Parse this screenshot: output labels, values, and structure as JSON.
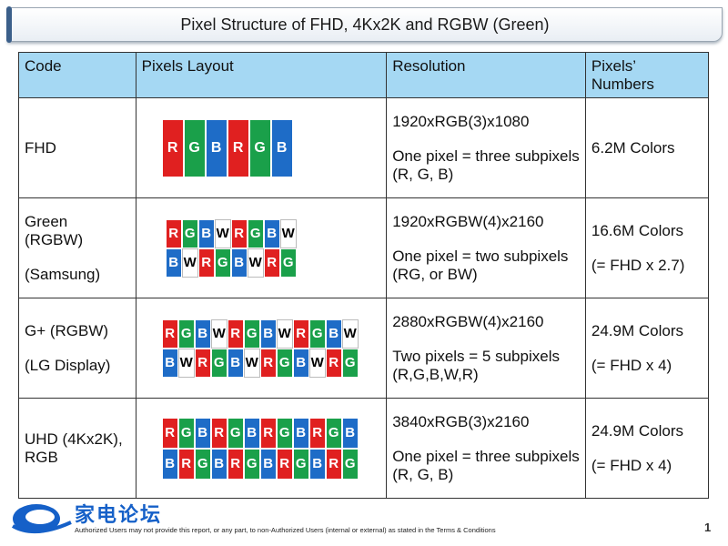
{
  "title": "Pixel Structure of FHD, 4Kx2K and RGBW (Green)",
  "headers": [
    "Code",
    "Pixels Layout",
    "Resolution",
    "Pixels’ Numbers"
  ],
  "rows": [
    {
      "code": [
        "FHD"
      ],
      "resolution_top": "1920xRGB(3)x1080",
      "resolution_bottom": "One pixel = three subpixels (R, G, B)",
      "numbers": [
        "6.2M Colors"
      ],
      "layout_rows": [
        [
          "R",
          "G",
          "B",
          "R",
          "G",
          "B"
        ]
      ]
    },
    {
      "code": [
        "Green (RGBW)",
        "(Samsung)"
      ],
      "resolution_top": "1920xRGBW(4)x2160",
      "resolution_bottom": "One pixel = two subpixels (RG, or BW)",
      "numbers": [
        "16.6M Colors",
        "(= FHD x 2.7)"
      ],
      "layout_rows": [
        [
          "R",
          "G",
          "B",
          "W",
          "R",
          "G",
          "B",
          "W"
        ],
        [
          "B",
          "W",
          "R",
          "G",
          "B",
          "W",
          "R",
          "G"
        ]
      ]
    },
    {
      "code": [
        "G+ (RGBW)",
        "(LG Display)"
      ],
      "resolution_top": "2880xRGBW(4)x2160",
      "resolution_bottom": "Two pixels = 5 subpixels (R,G,B,W,R)",
      "numbers": [
        "24.9M Colors",
        "(= FHD x 4)"
      ],
      "layout_rows": [
        [
          "R",
          "G",
          "B",
          "W",
          "R",
          "G",
          "B",
          "W",
          "R",
          "G",
          "B",
          "W"
        ],
        [
          "B",
          "W",
          "R",
          "G",
          "B",
          "W",
          "R",
          "G",
          "B",
          "W",
          "R",
          "G"
        ]
      ]
    },
    {
      "code": [
        "UHD (4Kx2K), RGB"
      ],
      "resolution_top": "3840xRGB(3)x2160",
      "resolution_bottom": "One pixel = three subpixels (R, G, B)",
      "numbers": [
        "24.9M Colors",
        "(= FHD x 4)"
      ],
      "layout_rows": [
        [
          "R",
          "G",
          "B",
          "R",
          "G",
          "B",
          "R",
          "G",
          "B",
          "R",
          "G",
          "B"
        ],
        [
          "B",
          "R",
          "G",
          "B",
          "R",
          "G",
          "B",
          "R",
          "G",
          "B",
          "R",
          "G"
        ]
      ]
    }
  ],
  "footer": {
    "brand": "家电论坛",
    "text": "Authorized Users may not provide this report, or any part, to non-Authorized Users (internal or external) as stated in the Terms & Conditions",
    "page_number": "1"
  },
  "colors": {
    "R": "#e02020",
    "G": "#1aa04a",
    "B": "#1e6cc7",
    "W": "#ffffff",
    "header_bg": "#a5d8f3",
    "brand": "#1560c8"
  }
}
